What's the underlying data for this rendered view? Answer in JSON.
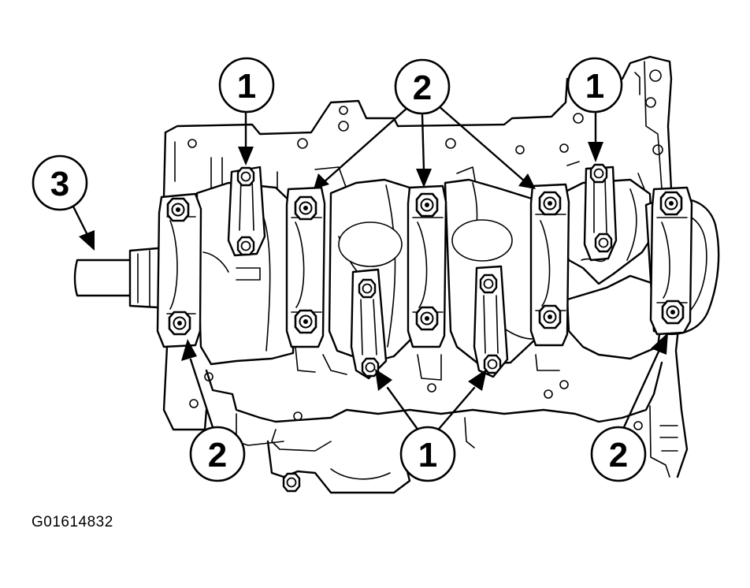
{
  "figure_id": "G01614832",
  "callouts": [
    {
      "id": "c1-top-left",
      "label": "1"
    },
    {
      "id": "c2-top-center",
      "label": "2"
    },
    {
      "id": "c1-top-right",
      "label": "1"
    },
    {
      "id": "c3-left",
      "label": "3"
    },
    {
      "id": "c2-bottom-left",
      "label": "2"
    },
    {
      "id": "c1-bottom-center",
      "label": "1"
    },
    {
      "id": "c2-bottom-right",
      "label": "2"
    }
  ]
}
